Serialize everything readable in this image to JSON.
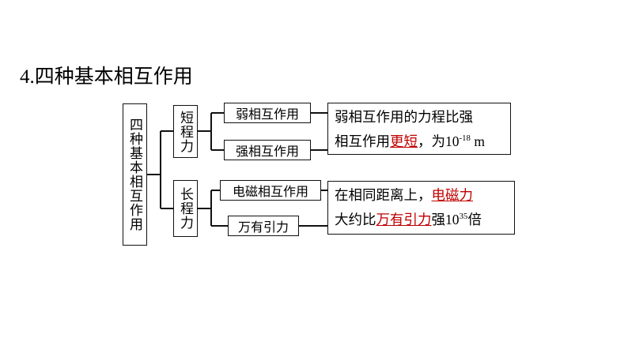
{
  "slide": {
    "title": "4.四种基本相互作用",
    "background_color": "#FFFFFF",
    "text_color": "#000000",
    "highlight_color": "#C00000",
    "border_color": "#111111"
  },
  "diagram": {
    "type": "tree-diagram",
    "root": {
      "label": "四种基本相互作用",
      "orientation": "vertical"
    },
    "branches": [
      {
        "group_label": "短程力",
        "orientation": "vertical",
        "children": [
          {
            "label": "弱相互作用"
          },
          {
            "label": "强相互作用"
          }
        ],
        "description": {
          "line1_plain_a": "弱相互作用的力程比强",
          "line2_plain_a": "相互作用",
          "line2_highlight": "更短",
          "line2_plain_b": "，为10",
          "line2_exponent": "-18",
          "line2_plain_c": " m"
        }
      },
      {
        "group_label": "长程力",
        "orientation": "vertical",
        "children": [
          {
            "label": "电磁相互作用"
          },
          {
            "label": "万有引力"
          }
        ],
        "description": {
          "line1_plain_a": "在相同距离上，",
          "line1_highlight": "电磁力",
          "line2_plain_a": "大约比",
          "line2_highlight": "万有引力",
          "line2_plain_b": "强10",
          "line2_exponent": "35",
          "line2_plain_c": "倍"
        }
      }
    ]
  }
}
